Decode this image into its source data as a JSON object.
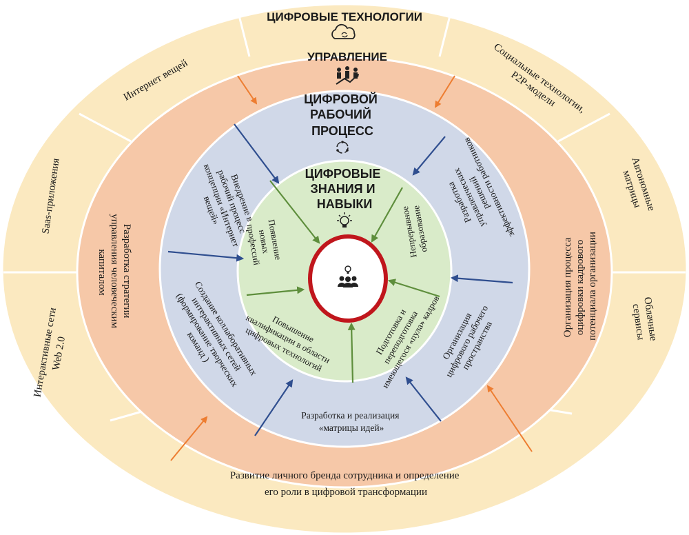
{
  "rings": {
    "outer": {
      "title": "ЦИФРОВЫЕ ТЕХНОЛОГИИ",
      "icon": "cloud-sync-icon",
      "segments": [
        "Интернет вещей",
        "Социальные технологии, P2P-модели",
        "Автономные матрицы",
        "Облачные сервисы",
        "Интерактивные сети Web 2.0",
        "Saas-приложения"
      ]
    },
    "management": {
      "title": "УПРАВЛЕНИЕ",
      "icon": "team-growth-icon",
      "items": [
        "Разработка стратегии управления человеческим капиталом",
        "Организация процесса оцифровки кадрового потенциала организации",
        "Развитие личного бренда сотрудника и определение его роли в цифровой трансформации"
      ]
    },
    "process": {
      "title": "ЦИФРОВОЙ РАБОЧИЙ ПРОЦЕСС",
      "icon": "cycle-icon",
      "items": [
        "Внедрение в рабочий процесс концепции «Интернет вещей»",
        "Разработка управленческих решений эффективности работников",
        "Создание коллаборативных интерактивных сетей (формирование творческих команд )",
        "Организация цифрового рабочего пространства",
        "Разработка и реализация «матрицы идей»"
      ]
    },
    "knowledge": {
      "title": "ЦИФРОВЫЕ ЗНАНИЯ И НАВЫКИ",
      "icon": "lightbulb-icon",
      "items": [
        "Появление новых профессий",
        "Непрерывное образование",
        "Повышение квалификации в области цифровых технологий",
        "Подготовка и переподготовка имеющегося «пула» кадров"
      ]
    },
    "core": {
      "icon": "people-lightbulb-icon"
    }
  },
  "colors": {
    "outer_ring": "#fbe9c0",
    "management_ring": "#f6c8a8",
    "process_ring": "#d0d8e8",
    "knowledge_ring": "#d9ebc9",
    "core_border": "#c0161c",
    "arrow_orange": "#ed7d31",
    "arrow_blue": "#2f4e8f",
    "arrow_green": "#5e8e3c"
  }
}
